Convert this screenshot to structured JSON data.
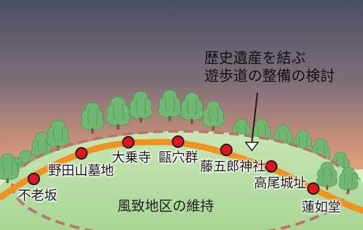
{
  "callout": {
    "line1": "歴史遺産を結ぶ",
    "line2": "遊歩道の整備の検討"
  },
  "zone_label": "風致地区の維持",
  "sites": [
    {
      "name": "不老坂"
    },
    {
      "name": "野田山墓地"
    },
    {
      "name": "大乗寺"
    },
    {
      "name": "甌穴群"
    },
    {
      "name": "藤五郎神社"
    },
    {
      "name": "高尾城址"
    },
    {
      "name": "蓮如堂"
    }
  ],
  "colors": {
    "sky_top": "#4a4f63",
    "sky_bottom": "#f3b87a",
    "hill": "#b9dfa6",
    "zone_dash": "#b7756b",
    "path": "#f0921e",
    "marker": "#e3141b",
    "tree": "#6fb772",
    "ground": "#d9ecbe"
  }
}
